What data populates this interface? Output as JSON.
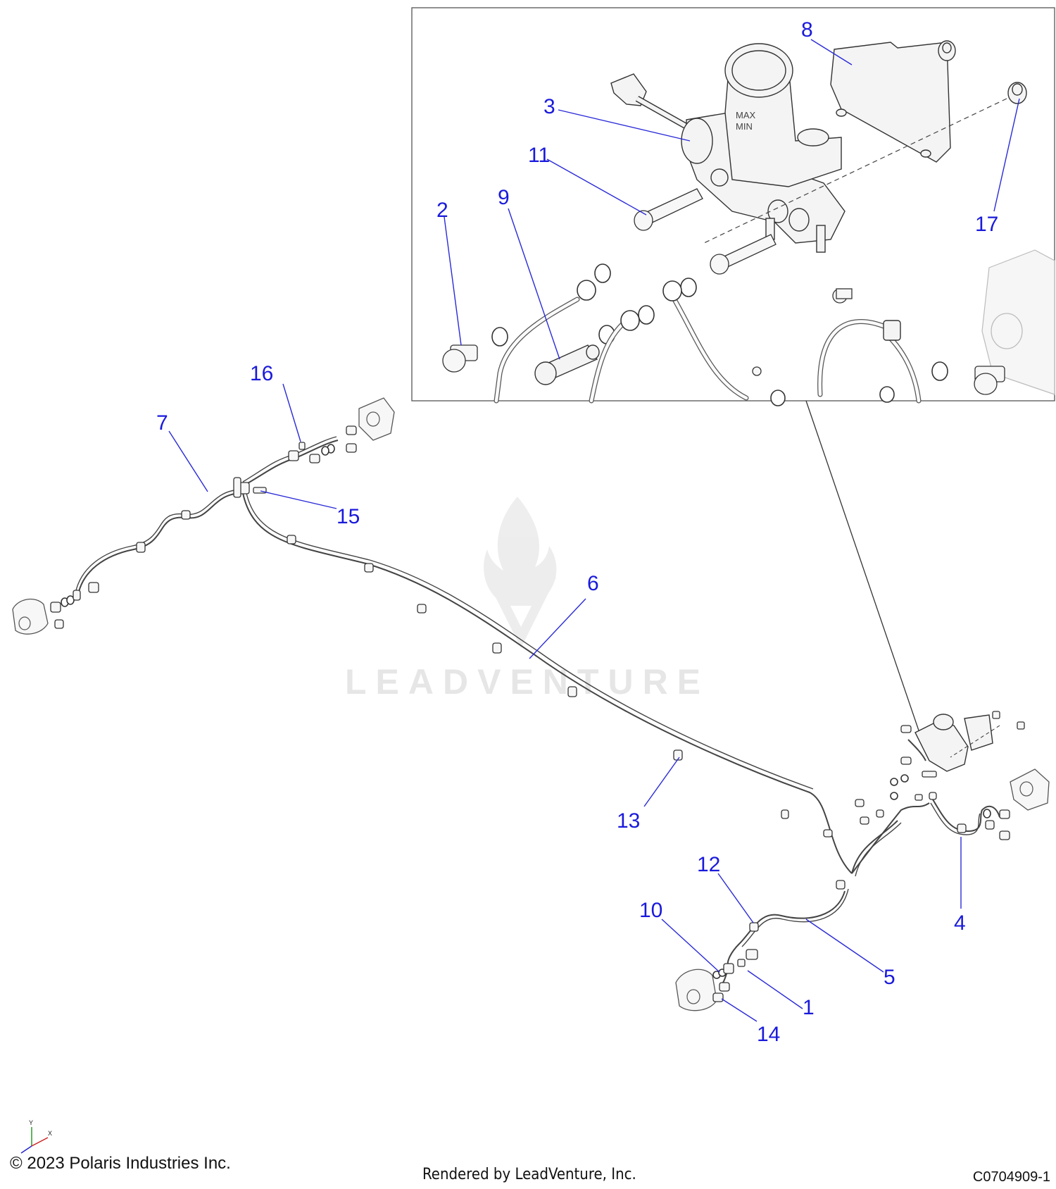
{
  "callouts": {
    "c1": "1",
    "c2": "2",
    "c3": "3",
    "c4": "4",
    "c5": "5",
    "c6": "6",
    "c7": "7",
    "c8": "8",
    "c9": "9",
    "c10": "10",
    "c11": "11",
    "c12": "12",
    "c13": "13",
    "c14": "14",
    "c15": "15",
    "c16": "16",
    "c17": "17"
  },
  "watermark": {
    "text": "LEADVENTURE"
  },
  "axis_triad": {
    "y": "Y",
    "x": "X"
  },
  "footer": {
    "copyright": "© 2023 Polaris Industries Inc.",
    "rendered_by": "Rendered by LeadVenture, Inc.",
    "drawing_code": "C0704909-1"
  },
  "reservoir_labels": {
    "max": "MAX",
    "min": "MIN"
  }
}
